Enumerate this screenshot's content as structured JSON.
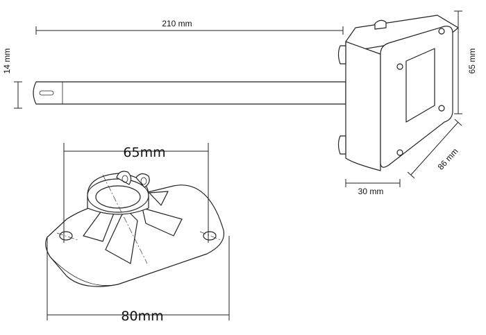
{
  "dimensions": {
    "probe_length": "210 mm",
    "probe_diameter": "14 mm",
    "housing_height": "65 mm",
    "housing_depth": "30 mm",
    "housing_width": "86 mm",
    "flange_hole_spacing": "65mm",
    "flange_width": "80mm"
  }
}
